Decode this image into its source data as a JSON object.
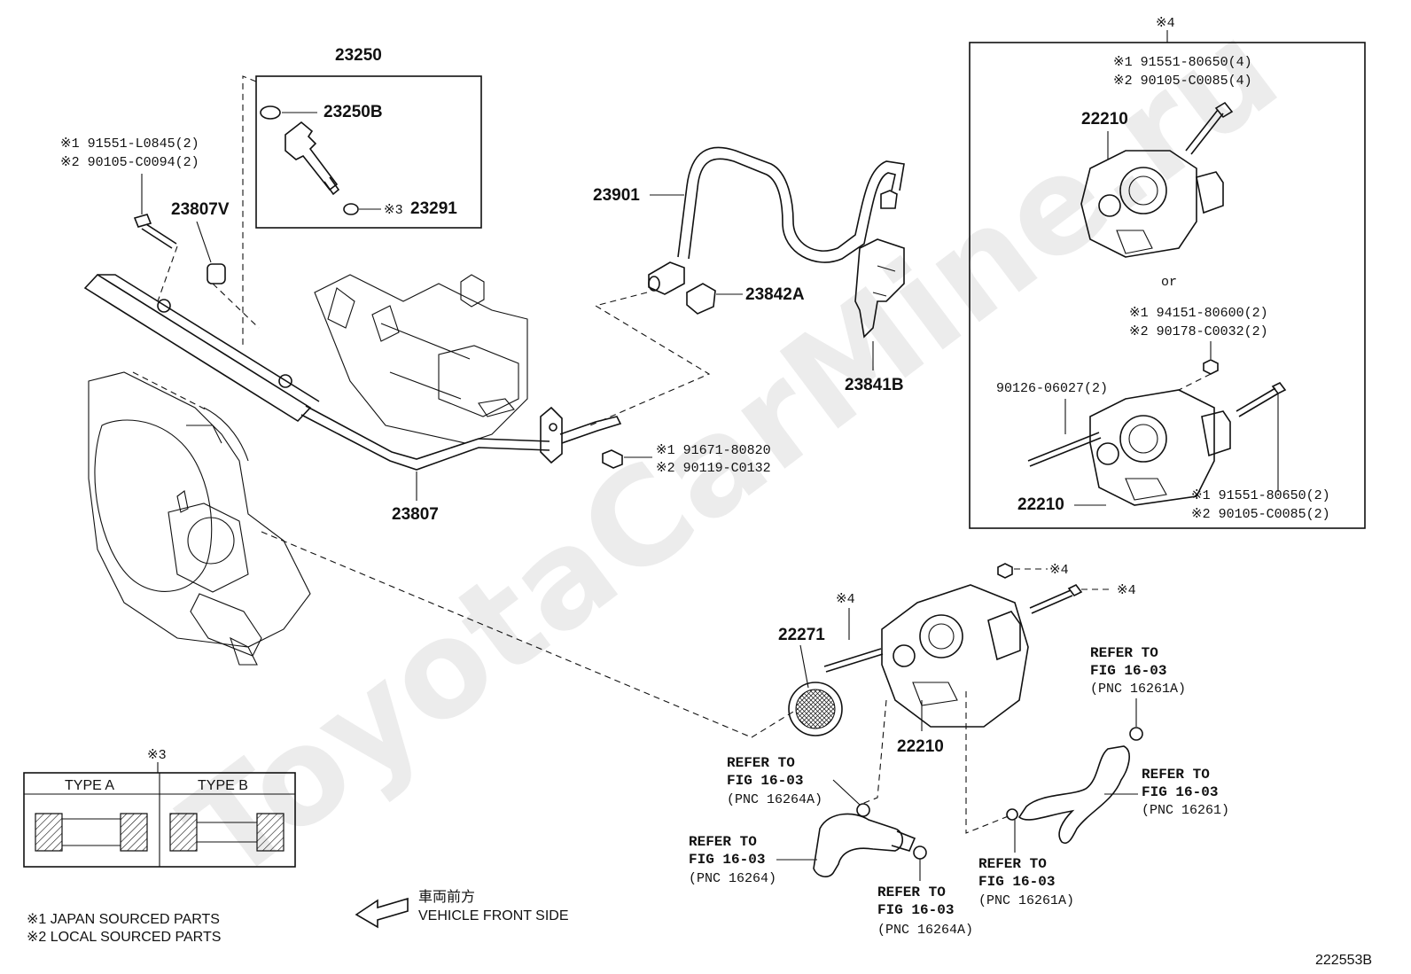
{
  "watermark": "ToyotaCarMine.ru",
  "diagram_id": "222553B",
  "labels": {
    "injector_assy": "23250",
    "injector_oring": "23250B",
    "injector_insulator": "23291",
    "insulator_note": "※3",
    "delivery_pipe_bolt_jp": "※1  91551-L0845(2)",
    "delivery_pipe_bolt_local": "※2  90105-C0094(2)",
    "delivery_spacer": "23807V",
    "delivery_pipe": "23807",
    "pipe_bolt_jp": "※1  91671-80820",
    "pipe_bolt_local": "※2  90119-C0132",
    "fuel_hose": "23901",
    "hose_clamp": "23842A",
    "hose_bracket": "23841B",
    "throttle_body_main": "22210",
    "throttle_gasket": "22271",
    "note4_a": "※4",
    "note4_b": "※4",
    "note4_c": "※4"
  },
  "inset": {
    "note": "※4",
    "top_label": "22210",
    "top_bolt_jp": "※1  91551-80650(4)",
    "top_bolt_local": "※2  90105-C0085(4)",
    "or_text": "or",
    "nut_jp": "※1  94151-80600(2)",
    "nut_local": "※2  90178-C0032(2)",
    "stud": "90126-06027(2)",
    "bottom_label": "22210",
    "bottom_bolt_jp": "※1  91551-80650(2)",
    "bottom_bolt_local": "※2  90105-C0085(2)"
  },
  "refers": [
    {
      "line1": "REFER TO",
      "line2": "FIG 16-03",
      "line3": "(PNC 16261A)"
    },
    {
      "line1": "REFER TO",
      "line2": "FIG 16-03",
      "line3": "(PNC 16264A)"
    },
    {
      "line1": "REFER TO",
      "line2": "FIG 16-03",
      "line3": "(PNC 16261)"
    },
    {
      "line1": "REFER TO",
      "line2": "FIG 16-03",
      "line3": "(PNC 16264)"
    },
    {
      "line1": "REFER TO",
      "line2": "FIG 16-03",
      "line3": "(PNC 16261A)"
    },
    {
      "line1": "REFER TO",
      "line2": "FIG 16-03",
      "line3": "(PNC 16264A)"
    }
  ],
  "type_table": {
    "note": "※3",
    "col_a": "TYPE A",
    "col_b": "TYPE B"
  },
  "legend": {
    "japan": "※1 JAPAN SOURCED PARTS",
    "local": "※2 LOCAL SOURCED PARTS"
  },
  "front": {
    "jp": "車両前方",
    "en": "VEHICLE FRONT SIDE"
  }
}
